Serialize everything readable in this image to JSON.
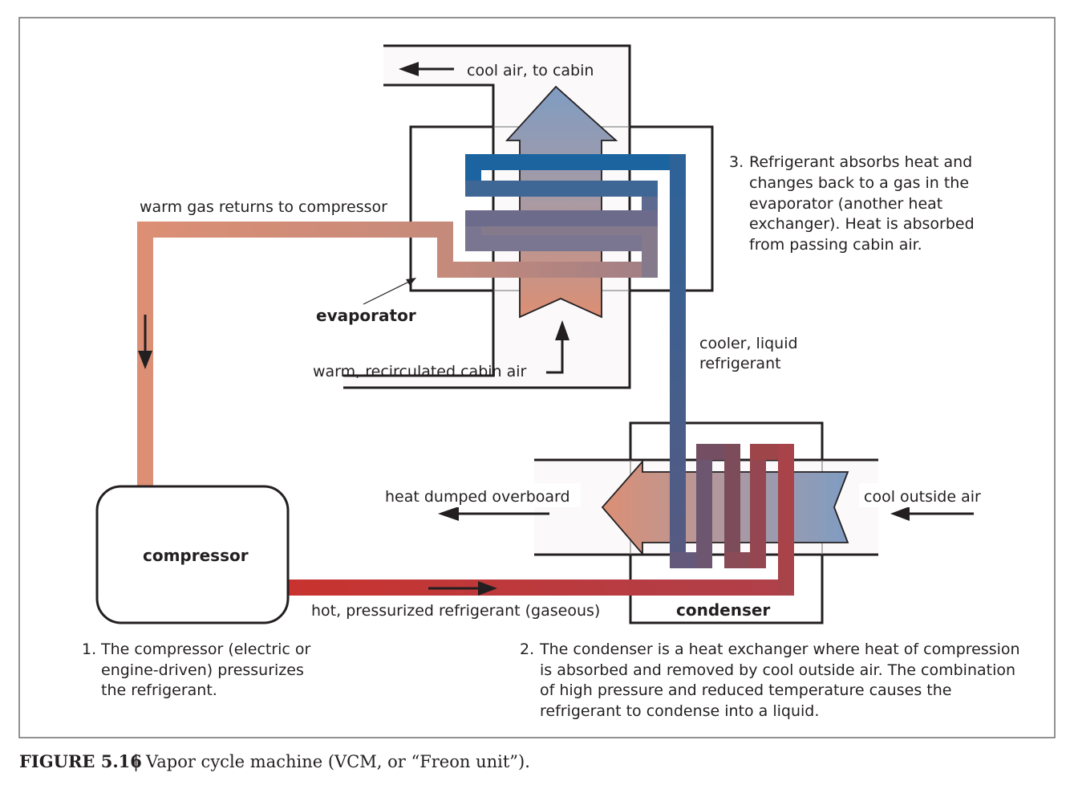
{
  "figure": {
    "caption_label": "FIGURE 5.16",
    "caption_separator": "|",
    "caption_text": "Vapor cycle machine (VCM, or “Freon unit”)."
  },
  "components": {
    "evaporator": "evaporator",
    "compressor": "compressor",
    "condenser": "condenser"
  },
  "flow_labels": {
    "cool_air_to_cabin": "cool air, to cabin",
    "warm_gas_returns": "warm gas returns to compressor",
    "warm_recirculated_air": "warm, recirculated cabin air",
    "cooler_liquid_line1": "cooler, liquid",
    "cooler_liquid_line2": "refrigerant",
    "heat_dumped": "heat dumped overboard",
    "cool_outside_air": "cool outside air",
    "hot_pressurized": "hot, pressurized refrigerant (gaseous)"
  },
  "notes": {
    "step1": {
      "number": "1.",
      "lines": [
        "The compressor (electric or",
        "engine-driven) pressurizes",
        "the refrigerant."
      ]
    },
    "step2": {
      "number": "2.",
      "lines": [
        "The condenser is a heat exchanger where heat of compression",
        "is absorbed and removed by cool outside air. The combination",
        "of high pressure and reduced temperature causes the",
        "refrigerant to condense into a liquid."
      ]
    },
    "step3": {
      "number": "3.",
      "lines": [
        "Refrigerant absorbs heat and",
        "changes back to a gas in the",
        "evaporator (another heat",
        "exchanger). Heat is absorbed",
        "from passing cabin air."
      ]
    }
  },
  "colors": {
    "hot_red": "#c8332f",
    "warm_salmon": "#dc8f74",
    "cool_blue": "#1565a0",
    "mid_purple": "#6e6a8a",
    "air_blue": "#7f9cc2",
    "duct_fill": "#fbf9fa",
    "ink": "#231f20"
  }
}
